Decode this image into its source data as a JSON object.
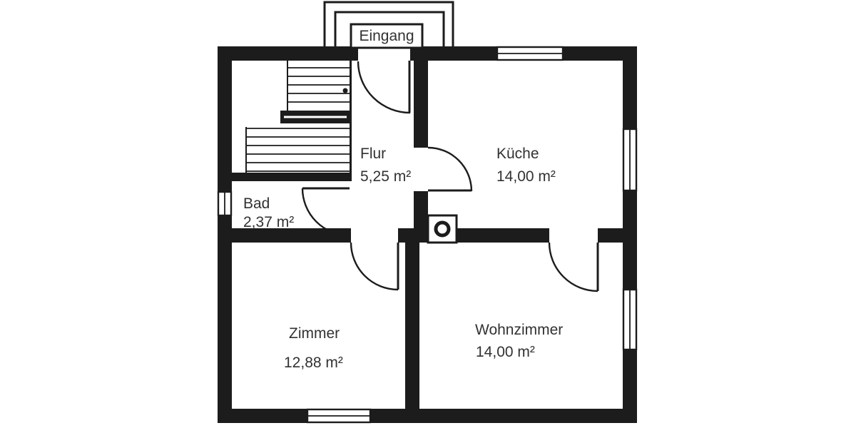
{
  "plan": {
    "type": "floor-plan",
    "language": "de"
  },
  "rooms": [
    {
      "id": "eingang",
      "label": "Eingang",
      "area": ""
    },
    {
      "id": "flur",
      "label": "Flur",
      "area": "5,25 m²"
    },
    {
      "id": "kueche",
      "label": "Küche",
      "area": "14,00 m²"
    },
    {
      "id": "bad",
      "label": "Bad",
      "area": "2,37 m²"
    },
    {
      "id": "zimmer",
      "label": "Zimmer",
      "area": "12,88 m²"
    },
    {
      "id": "wohnzimmer",
      "label": "Wohnzimmer",
      "area": "14,00 m²"
    }
  ],
  "colors": {
    "wall": "#1c1c1c",
    "background": "#ffffff",
    "text": "#323232"
  }
}
